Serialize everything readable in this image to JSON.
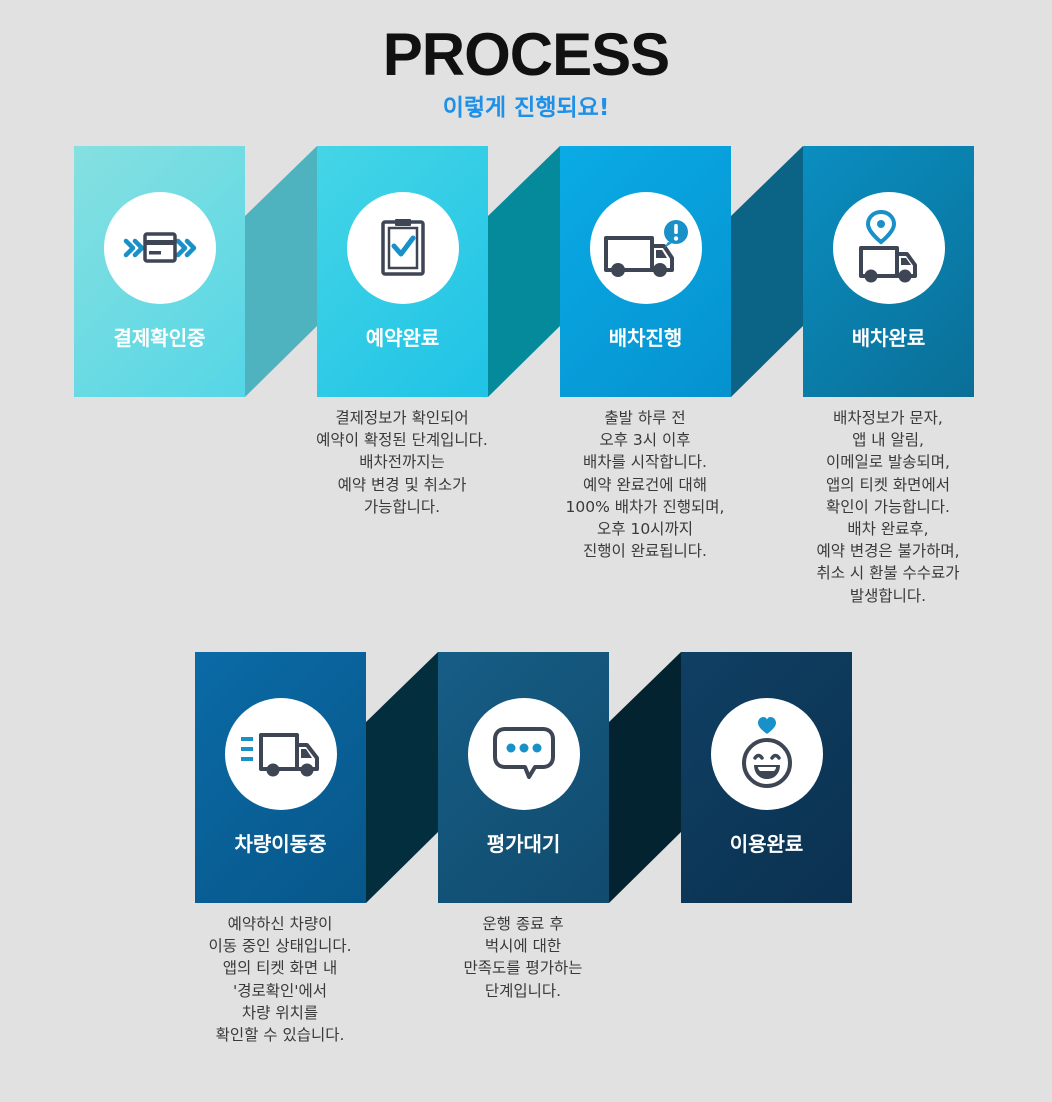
{
  "header": {
    "title": "PROCESS",
    "subtitle": "이렇게 진행되요!"
  },
  "steps": [
    {
      "label": "결제확인중",
      "icon": "card-payment-icon",
      "color_start": "#86e0e0",
      "color_end": "#55d6e6",
      "description": []
    },
    {
      "label": "예약완료",
      "icon": "clipboard-check-icon",
      "color_start": "#45d5e6",
      "color_end": "#1fc3e6",
      "description": [
        "결제정보가 확인되어",
        "예약이 확정된 단계입니다.",
        "배차전까지는",
        "예약 변경 및 취소가",
        "가능합니다."
      ]
    },
    {
      "label": "배차진행",
      "icon": "truck-alert-icon",
      "color_start": "#0aabe6",
      "color_end": "#0592cf",
      "description": [
        "출발 하루 전",
        "오후 3시 이후",
        "배차를 시작합니다.",
        "예약 완료건에 대해",
        "100% 배차가 진행되며,",
        "오후 10시까지",
        "진행이 완료됩니다."
      ]
    },
    {
      "label": "배차완료",
      "icon": "truck-location-icon",
      "color_start": "#0a8ec0",
      "color_end": "#0a6f97",
      "description": [
        "배차정보가 문자,",
        "앱 내 알림,",
        "이메일로 발송되며,",
        "앱의 티켓 화면에서",
        "확인이 가능합니다.",
        "배차 완료후,",
        "예약 변경은 불가하며,",
        "취소 시 환불 수수료가",
        "발생합니다."
      ]
    },
    {
      "label": "차량이동중",
      "icon": "moving-truck-icon",
      "color_start": "#0b6aa6",
      "color_end": "#075789",
      "description": [
        "예약하신 차량이",
        "이동 중인 상태입니다.",
        "앱의 티켓 화면 내",
        "'경로확인'에서",
        "차량 위치를",
        "확인할 수 있습니다."
      ]
    },
    {
      "label": "평가대기",
      "icon": "chat-bubble-icon",
      "color_start": "#165d85",
      "color_end": "#114b6e",
      "description": [
        "운행 종료 후",
        "벅시에 대한",
        "만족도를 평가하는",
        "단계입니다."
      ]
    },
    {
      "label": "이용완료",
      "icon": "smiley-heart-icon",
      "color_start": "#0f3f63",
      "color_end": "#0b3150",
      "description": []
    }
  ],
  "connectors": [
    {
      "color": "#4fb3bf"
    },
    {
      "color": "#058a9c"
    },
    {
      "color": "#0b6385"
    },
    {
      "color": "#032e3d"
    },
    {
      "color": "#02232f"
    }
  ],
  "icon_color": "#3e4554",
  "accent_color": "#1a90c8"
}
